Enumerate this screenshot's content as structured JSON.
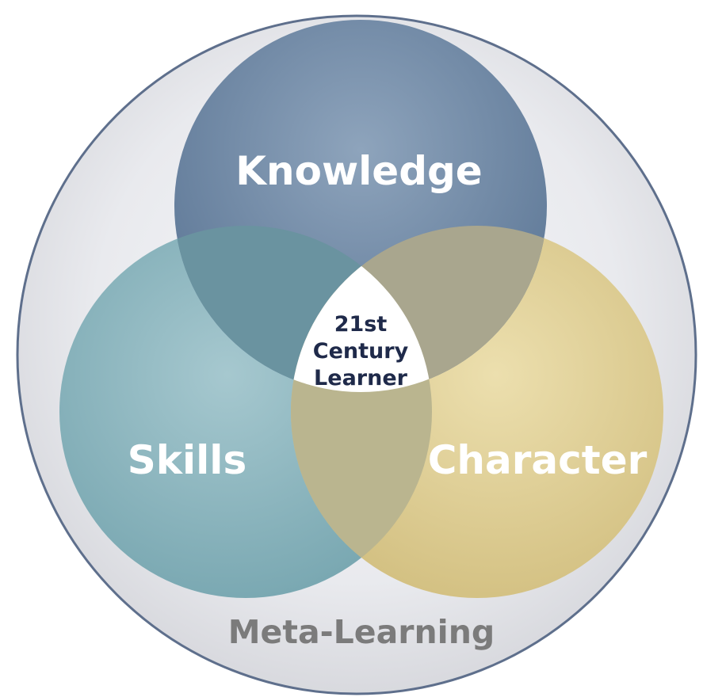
{
  "diagram": {
    "outer_label": "Meta-Learning",
    "circles": {
      "knowledge": {
        "label": "Knowledge",
        "color": "#6f8aa6"
      },
      "skills": {
        "label": "Skills",
        "color": "#86b3bc"
      },
      "character": {
        "label": "Character",
        "color": "#dccb8e"
      }
    },
    "center": {
      "line1": "21st",
      "line2": "Century",
      "line3": "Learner"
    }
  }
}
